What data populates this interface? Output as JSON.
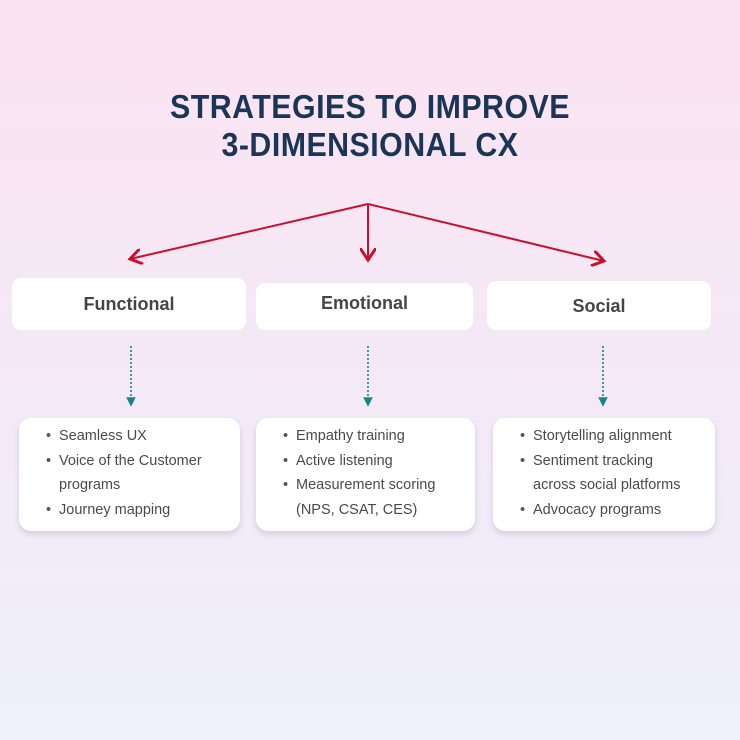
{
  "title": {
    "line1": "STRATEGIES TO IMPROVE",
    "line2": "3-DIMENSIONAL CX"
  },
  "colors": {
    "title": "#1b3556",
    "arrow": "#c8102e",
    "dotted_arrow": "#14858d"
  },
  "dimensions": [
    {
      "label": "Functional",
      "items": [
        "Seamless UX",
        "Voice of the Customer programs",
        "Journey mapping"
      ]
    },
    {
      "label": "Emotional",
      "items": [
        "Empathy training",
        "Active listening",
        "Measurement scoring (NPS, CSAT, CES)"
      ]
    },
    {
      "label": "Social",
      "items": [
        "Storytelling alignment",
        "Sentiment tracking across social platforms",
        "Advocacy programs"
      ]
    }
  ]
}
